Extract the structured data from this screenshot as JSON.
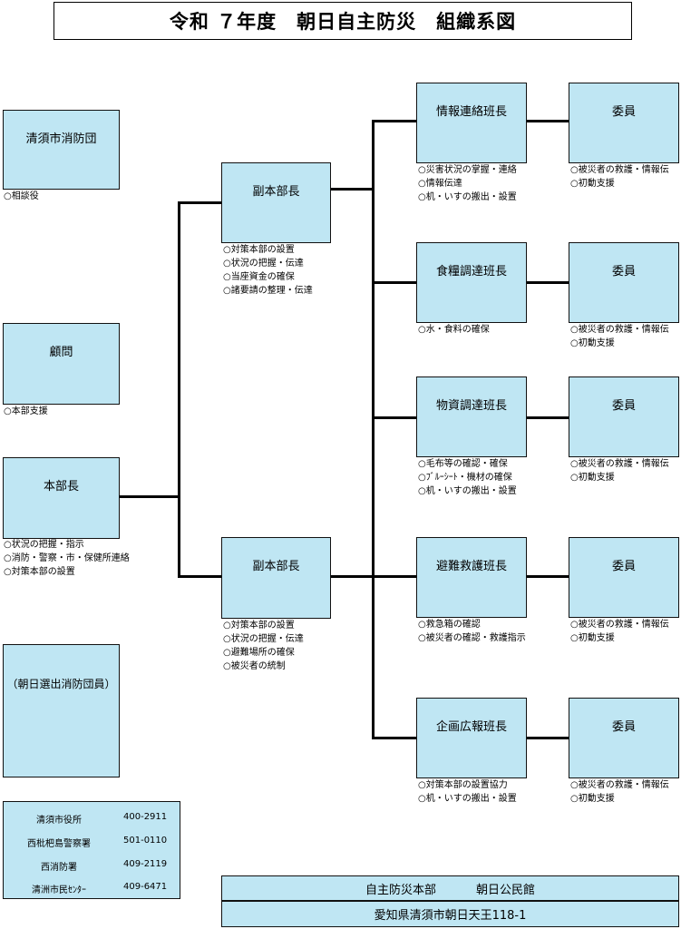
{
  "title": "令和 ７年度　朝日自主防災　組織系図",
  "left_column": {
    "fire_brigade": {
      "label": "清須市消防団",
      "notes": [
        "○相談役"
      ]
    },
    "advisor": {
      "label": "顧問",
      "notes": [
        "○本部支援"
      ]
    },
    "chief": {
      "label": "本部長",
      "notes": [
        "○状況の把握・指示",
        "○消防・警察・市・保健所連絡",
        "○対策本部の設置"
      ]
    },
    "local_firefighters": {
      "label": "（朝日選出消防団員）"
    }
  },
  "deputies": [
    {
      "label": "副本部長",
      "notes": [
        "○対策本部の設置",
        "○状況の把握・伝達",
        "○当座資金の確保",
        "○諸要請の整理・伝達"
      ]
    },
    {
      "label": "副本部長",
      "notes": [
        "○対策本部の設置",
        "○状況の把握・伝達",
        "○避難場所の確保",
        "○被災者の統制"
      ]
    }
  ],
  "teams": [
    {
      "label": "情報連絡班長",
      "notes": [
        "○災害状況の掌握・連絡",
        "○情報伝達",
        "○机・いすの搬出・設置"
      ],
      "member": {
        "label": "委員",
        "notes": [
          "○被災者の救護・情報伝",
          "○初動支援"
        ]
      }
    },
    {
      "label": "食糧調達班長",
      "notes": [
        "○水・食料の確保"
      ],
      "member": {
        "label": "委員",
        "notes": [
          "○被災者の救護・情報伝",
          "○初動支援"
        ]
      }
    },
    {
      "label": "物資調達班長",
      "notes": [
        "○毛布等の確認・確保",
        "○ﾌﾞﾙｰｼｰﾄ・機材の確保",
        "○机・いすの搬出・設置"
      ],
      "member": {
        "label": "委員",
        "notes": [
          "○被災者の救護・情報伝",
          "○初動支援"
        ]
      }
    },
    {
      "label": "避難救護班長",
      "notes": [
        "○救急箱の確認",
        "○被災者の確認・救護指示"
      ],
      "member": {
        "label": "委員",
        "notes": [
          "○被災者の救護・情報伝",
          "○初動支援"
        ]
      }
    },
    {
      "label": "企画広報班長",
      "notes": [
        "○対策本部の設置協力",
        "○机・いすの搬出・設置"
      ],
      "member": {
        "label": "委員",
        "notes": [
          "○被災者の救護・情報伝",
          "○初動支援"
        ]
      }
    }
  ],
  "contacts": [
    {
      "name": "清須市役所",
      "phone": "400-2911"
    },
    {
      "name": "西枇杷島警察署",
      "phone": "501-0110"
    },
    {
      "name": "西消防署",
      "phone": "409-2119"
    },
    {
      "name": "清洲市民ｾﾝﾀｰ",
      "phone": "409-6471"
    }
  ],
  "headquarters": {
    "name": "自主防災本部",
    "place": "朝日公民館",
    "address": "愛知県清須市朝日天王118-1"
  },
  "colors": {
    "box_fill": "#bfe6f3",
    "border": "#111111",
    "connector": "#000000"
  }
}
